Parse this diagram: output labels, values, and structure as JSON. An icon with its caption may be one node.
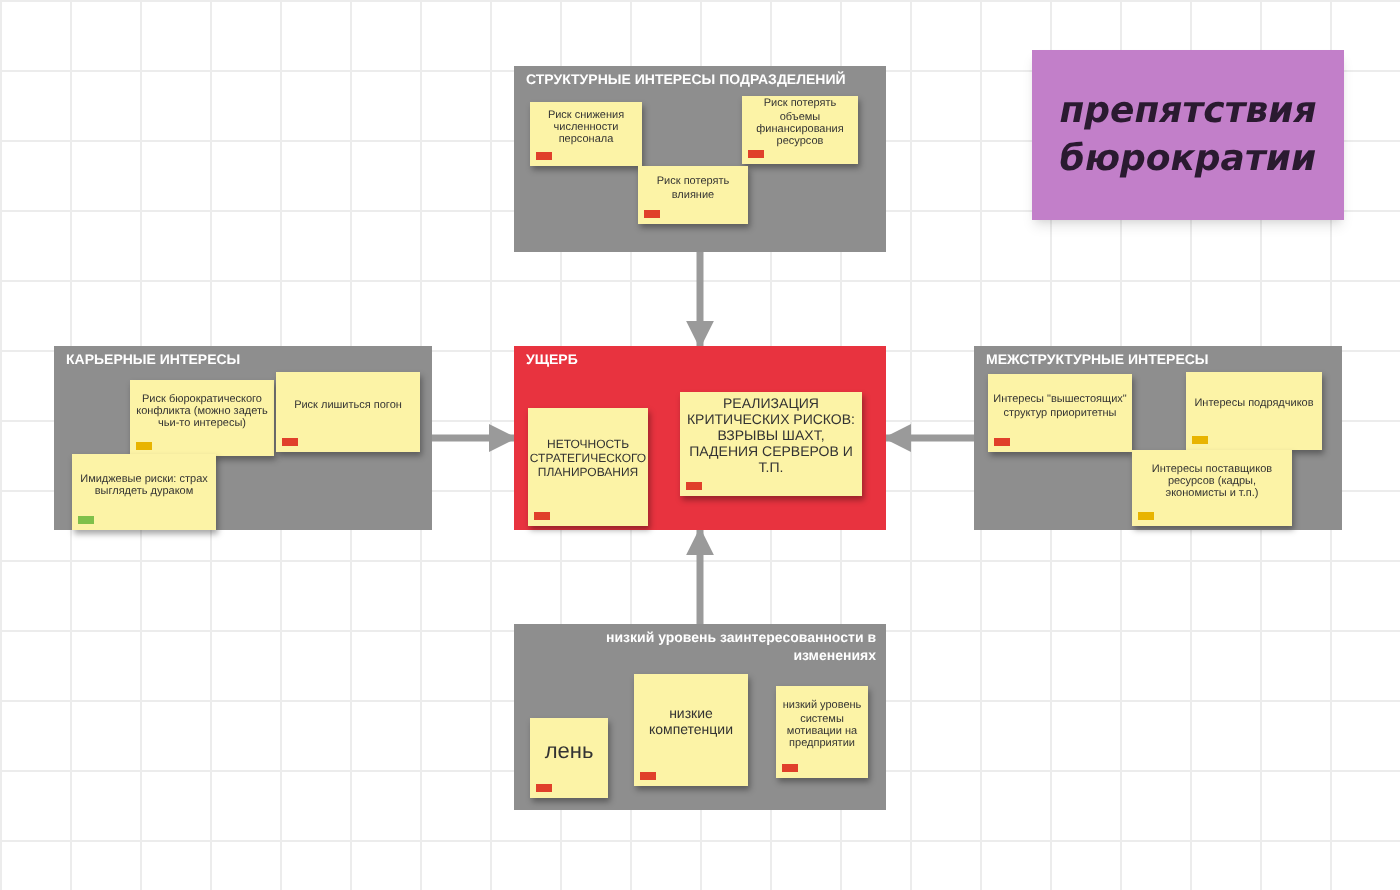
{
  "diagram": {
    "nodes": [
      {
        "text": [
          "СТРУКТУРНЫЕ ИНТЕРЕСЫ ПОДРАЗДЕЛЕНИЙ"
        ]
      },
      {
        "text": [
          "Риск снижения численности персонала"
        ],
        "in": 0
      },
      {
        "text": [
          "Риск потерять объемы финансирования ресурсов"
        ],
        "in": 0
      },
      {
        "text": [
          "Риск потерять влияние"
        ],
        "in": 0
      },
      {
        "text": [
          "препятствия бюрократии"
        ]
      },
      {
        "text": [
          "КАРЬЕРНЫЕ ИНТЕРЕСЫ"
        ]
      },
      {
        "text": [
          "Риск бюрократического конфликта (можно задеть чьи-то интересы)"
        ],
        "in": 5
      },
      {
        "text": [
          "Риск лишиться погон"
        ],
        "in": 5
      },
      {
        "text": [
          "Имиджевые риски: страх выглядеть дураком"
        ],
        "in": 5
      },
      {
        "text": [
          "УЩЕРБ"
        ]
      },
      {
        "text": [
          "НЕТОЧНОСТЬ СТРАТЕГИЧЕСКОГО ПЛАНИРОВАНИЯ"
        ],
        "in": 9
      },
      {
        "text": [
          "РЕАЛИЗАЦИЯ КРИТИЧЕСКИХ РИСКОВ: ВЗРЫВЫ ШАХТ, ПАДЕНИЯ СЕРВЕРОВ И Т.П."
        ],
        "in": 9
      },
      {
        "text": [
          "МЕЖСТРУКТУРНЫЕ ИНТЕРЕСЫ"
        ]
      },
      {
        "text": [
          "Интересы \"вышестоящих\" структур приоритетны"
        ],
        "in": 12
      },
      {
        "text": [
          "Интересы подрядчиков"
        ],
        "in": 12
      },
      {
        "text": [
          "Интересы поставщиков ресурсов (кадры, экономисты и т.п.)"
        ],
        "in": 12
      },
      {
        "text": [
          "низкий уровень заинтересованности в изменениях"
        ]
      },
      {
        "text": [
          "лень"
        ],
        "in": 16
      },
      {
        "text": [
          "низкие компетенции"
        ],
        "in": 16
      },
      {
        "text": [
          "низкий уровень системы мотивации на предприятии"
        ],
        "in": 16
      }
    ],
    "edges": [
      {
        "from": 0,
        "to": 9,
        "arrow": "to"
      },
      {
        "from": 5,
        "to": 9,
        "arrow": "to"
      },
      {
        "from": 12,
        "to": 9,
        "arrow": "to"
      },
      {
        "from": 16,
        "to": 9,
        "arrow": "to"
      }
    ]
  }
}
